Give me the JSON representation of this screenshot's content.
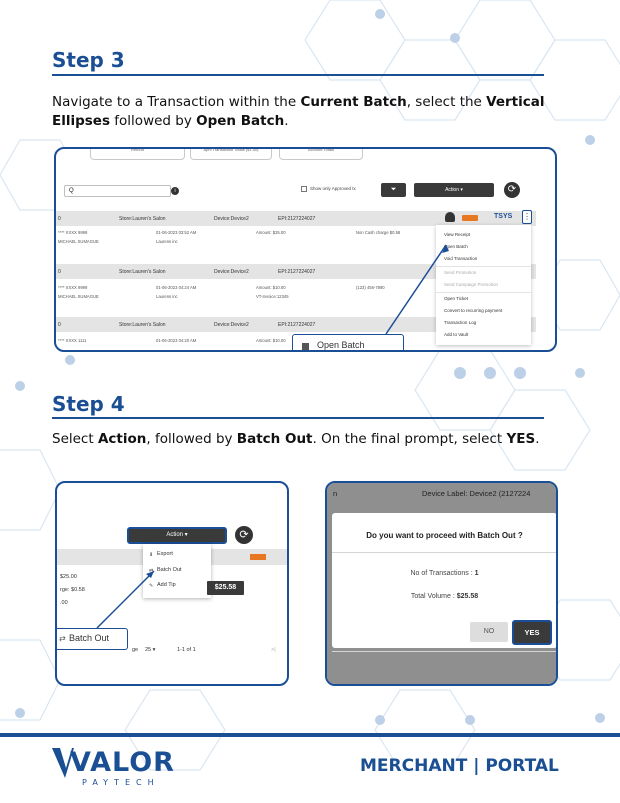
{
  "step3": {
    "title": "Step 3",
    "instr_1": "Navigate to a Transaction within the ",
    "instr_b1": "Current Batch",
    "instr_2": ", select the ",
    "instr_b2": "Vertical Ellipses",
    "instr_3": " followed by ",
    "instr_b3": "Open Batch",
    "instr_4": ".",
    "screenshot": {
      "tabs": [
        "Refund",
        "April Transaction Totals ($1.00)",
        "Account Totals"
      ],
      "search_placeholder": "Q",
      "show_only_label": "Show only Approved tx",
      "filter_icon": "filter-icon",
      "action_label": "Action ▾",
      "rows": [
        {
          "left": "0",
          "store": "Store:Lauren's Salon",
          "device": "Device:Device2",
          "epi": "EPI:2127224027",
          "card": "**** XXXX 9999",
          "date": "01-06-2023 03:52 AM",
          "amount": "Amount: $25.00",
          "extra": "Non Cash charge $0.58",
          "customer": "MICHAEL SUMAGUE",
          "merchant": "Laurens inc"
        },
        {
          "left": "0",
          "store": "Store:Lauren's Salon",
          "device": "Device:Device2",
          "epi": "EPI:2127224027",
          "card": "**** XXXX 9999",
          "date": "01-06-2023 04:24 AM",
          "amount": "Amount: $10.00",
          "extra": "(123) 456-7890",
          "customer": "MICHAEL SUMAGUE",
          "merchant": "Laurens inc",
          "invoice": "VT-Invoice:12345"
        },
        {
          "left": "0",
          "store": "Store:Lauren's Salon",
          "device": "Device:Device2",
          "epi": "EPI:2127224027",
          "card": "**** XXXX 1111",
          "date": "01-06-2023 04:20 AM",
          "amount": "Amount: $10.00"
        }
      ],
      "brand_label": "TSYS",
      "menu_items": [
        {
          "label": "View Receipt",
          "disabled": false
        },
        {
          "label": "Open Batch",
          "disabled": false
        },
        {
          "label": "Void Transaction",
          "disabled": false
        },
        {
          "label": "Send Promotion",
          "disabled": true
        },
        {
          "label": "Send Campaign Promotion",
          "disabled": true
        },
        {
          "label": "Open Ticket",
          "disabled": false
        },
        {
          "label": "Convert to recurring payment",
          "disabled": false
        },
        {
          "label": "Transaction Log",
          "disabled": false
        },
        {
          "label": "Add to Vault",
          "disabled": false
        }
      ],
      "callout": "Open Batch"
    }
  },
  "step4": {
    "title": "Step 4",
    "instr_1": "Select ",
    "instr_b1": "Action",
    "instr_2": ", followed by ",
    "instr_b2": "Batch Out",
    "instr_3": ". On the final prompt, select ",
    "instr_b3": "YES",
    "instr_4": ".",
    "left_shot": {
      "action_label": "Action ▾",
      "menu_items": [
        "Export",
        "Batch Out",
        "Add Tip"
      ],
      "amount_box": "$25.58",
      "line1": "$25.00",
      "line2": "rge: $0.58",
      "line3": ".00",
      "pager_label": "ge",
      "pager_size": "25 ▾",
      "pager_range": "1-1 of 1",
      "callout": "Batch Out"
    },
    "right_shot": {
      "header": "Device Label: Device2 (2127224",
      "header_prefix": "n",
      "question": "Do you want to proceed with Batch Out ?",
      "tx_label": "No of Transactions : ",
      "tx_value": "1",
      "vol_label": "Total Volume : ",
      "vol_value": "$25.58",
      "no_label": "NO",
      "yes_label": "YES"
    }
  },
  "footer": {
    "logo": "VALOR",
    "logo_sub": "PAYTECH",
    "right": "MERCHANT | PORTAL"
  },
  "colors": {
    "brand_blue": "#1b4f93",
    "dark_btn": "#3a3a3a"
  }
}
